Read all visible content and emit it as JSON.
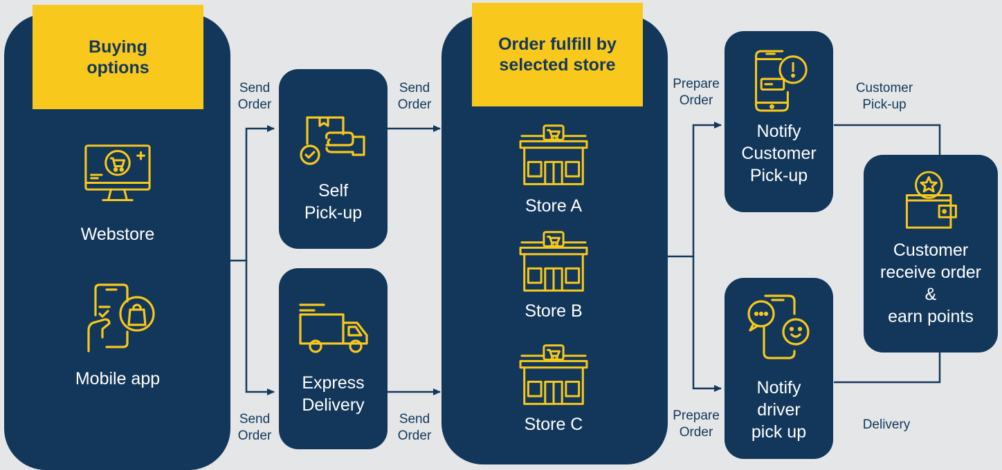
{
  "colors": {
    "background": "#e4e6e8",
    "panel": "#13375a",
    "accent": "#f8c81c",
    "text_light": "#ffffff",
    "text_dark": "#13375a"
  },
  "buying": {
    "title": "Buying\noptions",
    "webstore": "Webstore",
    "mobile": "Mobile app"
  },
  "methods": {
    "self_pickup": "Self\nPick-up",
    "express": "Express\nDelivery"
  },
  "fulfill": {
    "title": "Order fulfill by\nselected store",
    "stores": [
      "Store A",
      "Store B",
      "Store C"
    ]
  },
  "notify": {
    "customer": "Notify\nCustomer\nPick-up",
    "driver": "Notify\ndriver\npick up"
  },
  "final": {
    "label": "Customer\nreceive order\n&\nearn points"
  },
  "edge_labels": {
    "send_order": "Send\nOrder",
    "prepare_order": "Prepare\nOrder",
    "customer_pickup": "Customer\nPick-up",
    "delivery": "Delivery"
  },
  "icons": {
    "webstore": "monitor-cart-icon",
    "mobile": "phone-shopping-bag-icon",
    "self_pickup": "hand-package-icon",
    "express": "delivery-truck-icon",
    "store": "store-icon",
    "notify_customer": "phone-alert-icon",
    "notify_driver": "phone-chat-icon",
    "wallet": "wallet-star-icon"
  }
}
